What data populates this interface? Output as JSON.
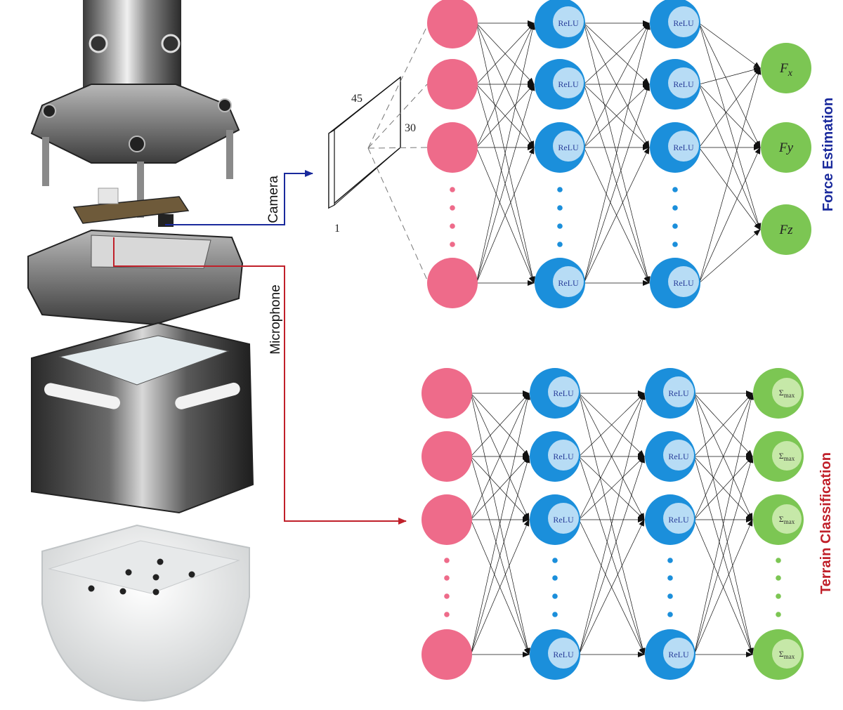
{
  "labels": {
    "camera": "Camera",
    "microphone": "Microphone",
    "force_estimation": "Force Estimation",
    "terrain_classification": "Terrain Classification"
  },
  "image_dims": {
    "width": "45",
    "height": "30",
    "depth": "1"
  },
  "networks": {
    "force": {
      "hidden_label": "ReLU",
      "outputs": [
        {
          "base": "F",
          "sub": "x"
        },
        {
          "base": "Fy",
          "sub": ""
        },
        {
          "base": "Fz",
          "sub": ""
        }
      ]
    },
    "terrain": {
      "hidden_label": "ReLU",
      "output_base": "Σ",
      "output_sub": "max"
    }
  },
  "colors": {
    "input": "#ee6b8a",
    "hidden": "#1b8fdb",
    "hidden_inner": "#b7dcf5",
    "output": "#7cc653",
    "output_inner": "#c6e8a8",
    "camera_line": "#1a2a9c",
    "microphone_line": "#c0202a",
    "force_label": "#1a2a9c",
    "terrain_label": "#c0202a"
  },
  "icons": [
    "sensor-assembly-illustration",
    "arrow-icon"
  ]
}
